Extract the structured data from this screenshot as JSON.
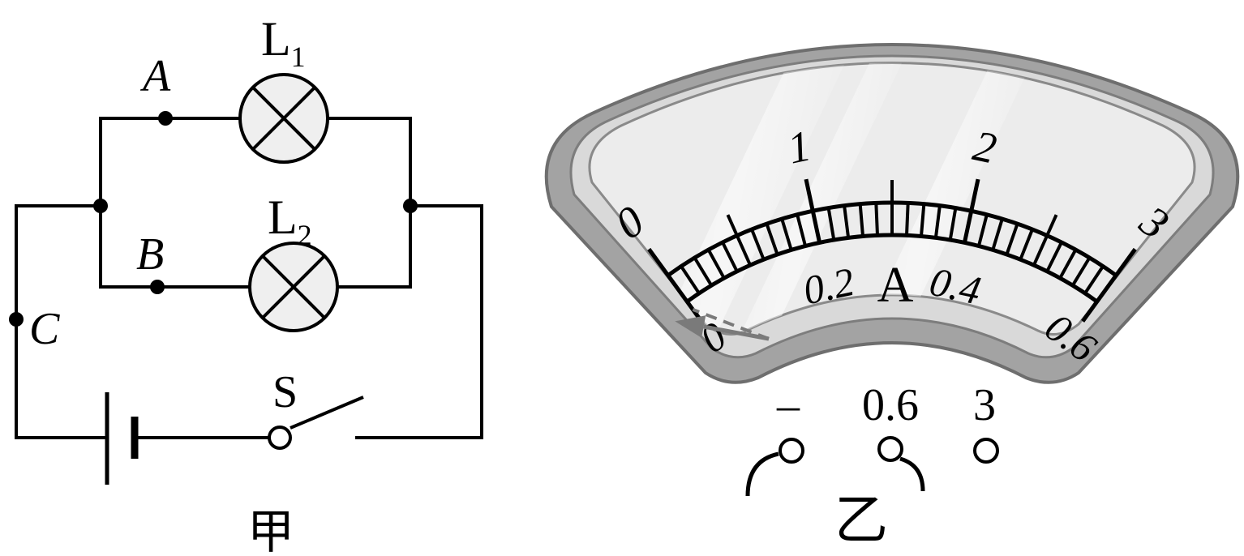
{
  "circuit": {
    "caption": "甲",
    "lamp1": {
      "letter": "L",
      "sub": "1"
    },
    "lamp2": {
      "letter": "L",
      "sub": "2"
    },
    "point_a": "A",
    "point_b": "B",
    "point_c": "C",
    "switch_label": "S"
  },
  "ammeter": {
    "caption": "乙",
    "unit": "A",
    "upper_scale": {
      "labels": [
        "0",
        "1",
        "2",
        "3"
      ],
      "max": 3
    },
    "lower_scale": {
      "labels": [
        "0",
        "0.2",
        "0.4",
        "0.6"
      ],
      "max": 0.6
    },
    "terminals": [
      "–",
      "0.6",
      "3"
    ],
    "divisions": 30,
    "pointer_reading_divisions": -1.5,
    "colors": {
      "body": "#a3a3a3",
      "face": "#e9e9e9",
      "pointer": "#7a7a7a"
    }
  }
}
